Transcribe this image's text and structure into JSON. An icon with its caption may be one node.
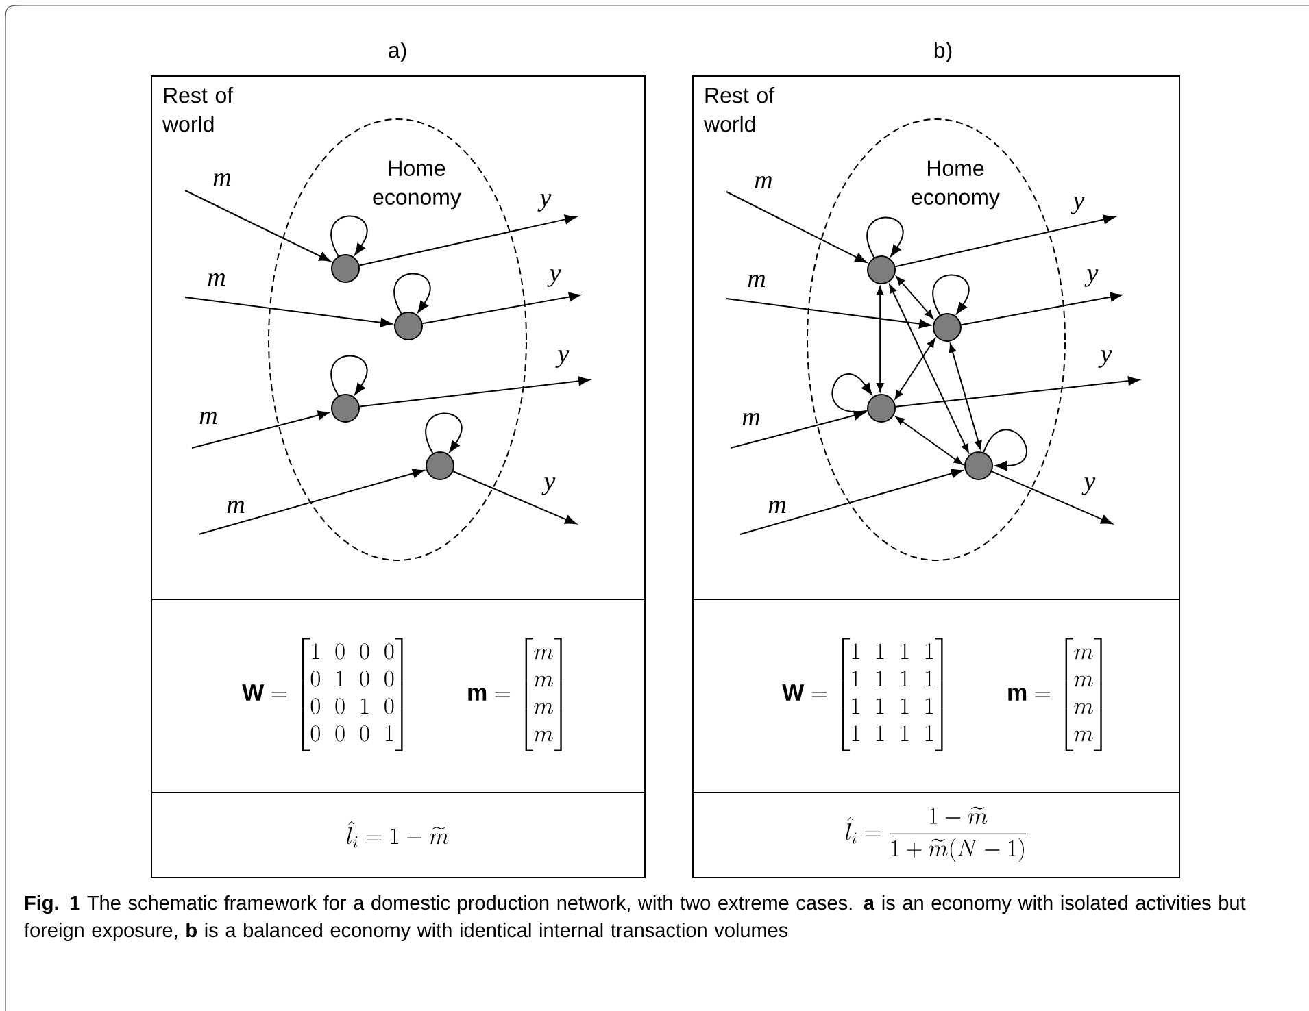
{
  "diagram": {
    "nodes": [
      {
        "text": [
          "a)",
          "Rest of world"
        ]
      },
      {
        "text": [
          "Home economy"
        ],
        "in": 0
      },
      {
        "text": [],
        "shape": "circle",
        "in": 1
      },
      {
        "text": [],
        "shape": "circle",
        "in": 1
      },
      {
        "text": [],
        "shape": "circle",
        "in": 1
      },
      {
        "text": [],
        "shape": "circle",
        "in": 1
      },
      {
        "text": [
          "\\mathbf{W} = \\begin{bmatrix}1 & 0 & 0 & 0\\\\ 0 & 1 & 0 & 0\\\\ 0 & 0 & 1 & 0\\\\ 0 & 0 & 0 & 1\\end{bmatrix}",
          "\\mathbf{m} = \\begin{bmatrix}m\\\\ m\\\\ m\\\\ m\\end{bmatrix}"
        ]
      },
      {
        "text": [
          "\\hat{l}_i = 1 - \\widetilde{m}"
        ]
      },
      {
        "text": [
          "b)",
          "Rest of world"
        ]
      },
      {
        "text": [
          "Home economy"
        ],
        "in": 8
      },
      {
        "text": [],
        "shape": "circle",
        "in": 9
      },
      {
        "text": [],
        "shape": "circle",
        "in": 9
      },
      {
        "text": [],
        "shape": "circle",
        "in": 9
      },
      {
        "text": [],
        "shape": "circle",
        "in": 9
      },
      {
        "text": [
          "\\mathbf{W} = \\begin{bmatrix}1 & 1 & 1 & 1\\\\ 1 & 1 & 1 & 1\\\\ 1 & 1 & 1 & 1\\\\ 1 & 1 & 1 & 1\\end{bmatrix}",
          "\\mathbf{m} = \\begin{bmatrix}m\\\\ m\\\\ m\\\\ m\\end{bmatrix}"
        ]
      },
      {
        "text": [
          "\\hat{l}_i = \\frac{1 - \\widetilde{m}}{1 + \\widetilde{m}(N-1)}"
        ]
      }
    ],
    "edges": [
      {
        "from": null,
        "to": 2,
        "arrow": "to",
        "label": "m"
      },
      {
        "from": 2,
        "to": null,
        "arrow": "to",
        "label": "y"
      },
      {
        "from": 2,
        "to": 2,
        "arrow": "to"
      },
      {
        "from": null,
        "to": 3,
        "arrow": "to",
        "label": "m"
      },
      {
        "from": 3,
        "to": null,
        "arrow": "to",
        "label": "y"
      },
      {
        "from": 3,
        "to": 3,
        "arrow": "to"
      },
      {
        "from": null,
        "to": 4,
        "arrow": "to",
        "label": "m"
      },
      {
        "from": 4,
        "to": null,
        "arrow": "to",
        "label": "y"
      },
      {
        "from": 4,
        "to": 4,
        "arrow": "to"
      },
      {
        "from": null,
        "to": 5,
        "arrow": "to",
        "label": "m"
      },
      {
        "from": 5,
        "to": null,
        "arrow": "to",
        "label": "y"
      },
      {
        "from": 5,
        "to": 5,
        "arrow": "to"
      },
      {
        "from": null,
        "to": 10,
        "arrow": "to",
        "label": "m"
      },
      {
        "from": 10,
        "to": null,
        "arrow": "to",
        "label": "y"
      },
      {
        "from": 10,
        "to": 10,
        "arrow": "to"
      },
      {
        "from": null,
        "to": 11,
        "arrow": "to",
        "label": "m"
      },
      {
        "from": 11,
        "to": null,
        "arrow": "to",
        "label": "y"
      },
      {
        "from": 11,
        "to": 11,
        "arrow": "to"
      },
      {
        "from": null,
        "to": 12,
        "arrow": "to",
        "label": "m"
      },
      {
        "from": 12,
        "to": null,
        "arrow": "to",
        "label": "y"
      },
      {
        "from": 12,
        "to": 12,
        "arrow": "to"
      },
      {
        "from": null,
        "to": 13,
        "arrow": "to",
        "label": "m"
      },
      {
        "from": 13,
        "to": null,
        "arrow": "to",
        "label": "y"
      },
      {
        "from": 13,
        "to": 13,
        "arrow": "to"
      },
      {
        "from": 10,
        "to": 11,
        "arrow": "both"
      },
      {
        "from": 10,
        "to": 12,
        "arrow": "both"
      },
      {
        "from": 10,
        "to": 13,
        "arrow": "both"
      },
      {
        "from": 11,
        "to": 12,
        "arrow": "both"
      },
      {
        "from": 11,
        "to": 13,
        "arrow": "both"
      },
      {
        "from": 12,
        "to": 13,
        "arrow": "both"
      }
    ],
    "caption": "**Fig. 1** The schematic framework for a domestic production network, with two extreme cases. **a** is an economy with isolated activities but foreign exposure, **b** is a balanced economy with identical internal transaction volumes"
  }
}
